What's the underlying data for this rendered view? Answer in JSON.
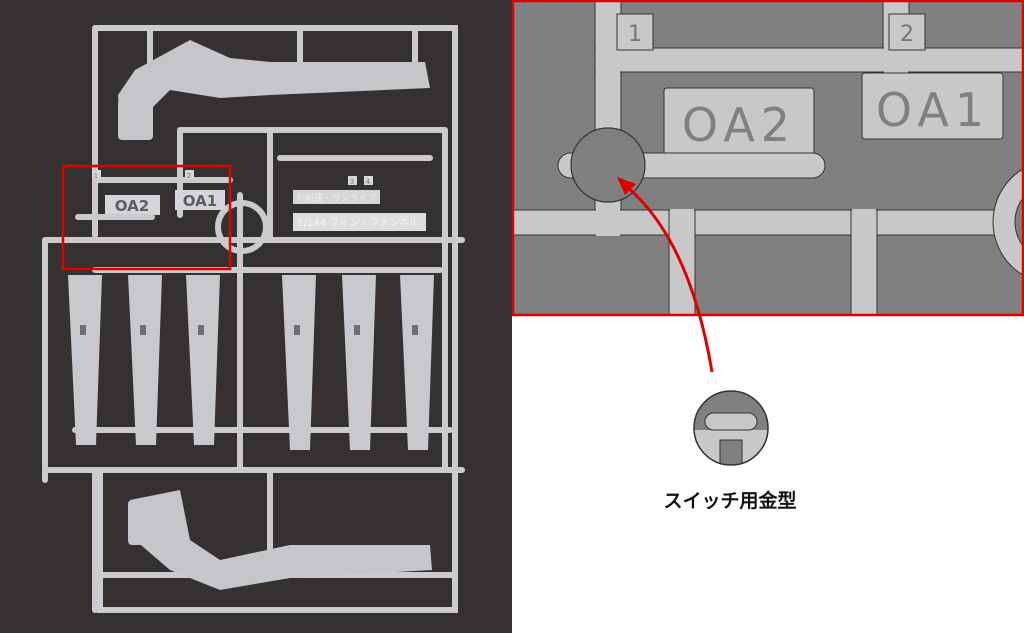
{
  "photo": {
    "sprue_labels": {
      "copyright": "©創通・サンライズ",
      "product": "1/144 フィン・ファンネル",
      "tag_oa2": "OA2",
      "tag_oa1": "OA1",
      "gate_1": "1",
      "gate_2": "2",
      "gate_3": "3",
      "gate_4": "4"
    }
  },
  "detail": {
    "gate_1": "1",
    "gate_2": "2",
    "tag_oa2": "OA2",
    "tag_oa1": "OA1"
  },
  "legend": {
    "caption": "スイッチ用金型"
  },
  "colors": {
    "highlight": "#e00000",
    "mold_dark": "#808080",
    "runner": "#c8c8c8",
    "background_photo": "#343130"
  }
}
